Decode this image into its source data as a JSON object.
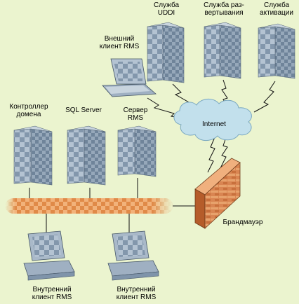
{
  "nodes": {
    "uddi": "Служба\nUDDI",
    "deploy": "Служба раз-\nвертывания",
    "activation": "Служба\nактивации",
    "external_client": "Внешний\nклиент RMS",
    "domain_controller": "Контроллер\nдомена",
    "sql_server": "SQL Server",
    "rms_server": "Сервер\nRMS",
    "internet": "Internet",
    "firewall": "Брандмауэр",
    "internal_client_1": "Внутренний\nклиент RMS",
    "internal_client_2": "Внутренний\nклиент RMS"
  },
  "colors": {
    "background": "#ebf4cf",
    "server_body": "#a9b9c9",
    "server_check": "#7f94aa",
    "cloud": "#c2e0ec",
    "network_bus": "#e89a55",
    "firewall_brick": "#d27a45"
  },
  "icons": {
    "server": "server-tower-icon",
    "laptop": "laptop-icon",
    "workstation": "desktop-computer-icon",
    "cloud": "cloud-icon",
    "firewall": "brick-wall-icon"
  }
}
